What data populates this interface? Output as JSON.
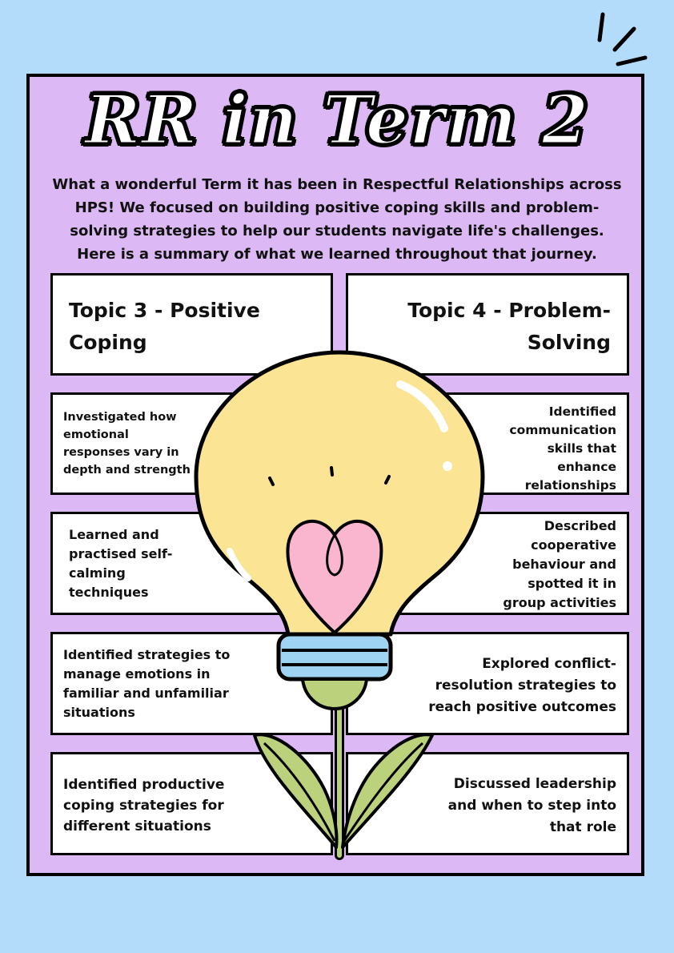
{
  "title": "RR in Term 2",
  "intro": "What a wonderful Term it has been in Respectful Relationships across HPS! We focused on building positive coping skills and problem-solving strategies to help our students navigate life's challenges. Here is a summary of what we learned throughout that journey.",
  "topics": {
    "left": {
      "title_line1": "Topic 3 - Positive",
      "title_line2": "Coping"
    },
    "right": {
      "title_line1": "Topic 4 - Problem-",
      "title_line2": "Solving"
    }
  },
  "left_items": [
    "Investigated how emotional responses vary in depth and strength",
    "Learned and practised self-calming techniques",
    "Identified strategies to manage emotions in familiar and unfamiliar situations",
    "Identified productive coping strategies for different situations"
  ],
  "right_items": [
    "Identified communication skills that enhance relationships",
    "Described cooperative behaviour and spotted it in group activities",
    "Explored conflict-resolution strategies to reach positive outcomes",
    "Discussed leadership and when to step into that role"
  ],
  "colors": {
    "background": "#b3dcfb",
    "panel": "#dcb9f5",
    "bulb": "#fbe493",
    "heart": "#fbb6cf",
    "base": "#9ed3f1",
    "leaf": "#bcd17b"
  },
  "icons": [
    "burst-lines-icon",
    "lightbulb-heart-illustration"
  ]
}
